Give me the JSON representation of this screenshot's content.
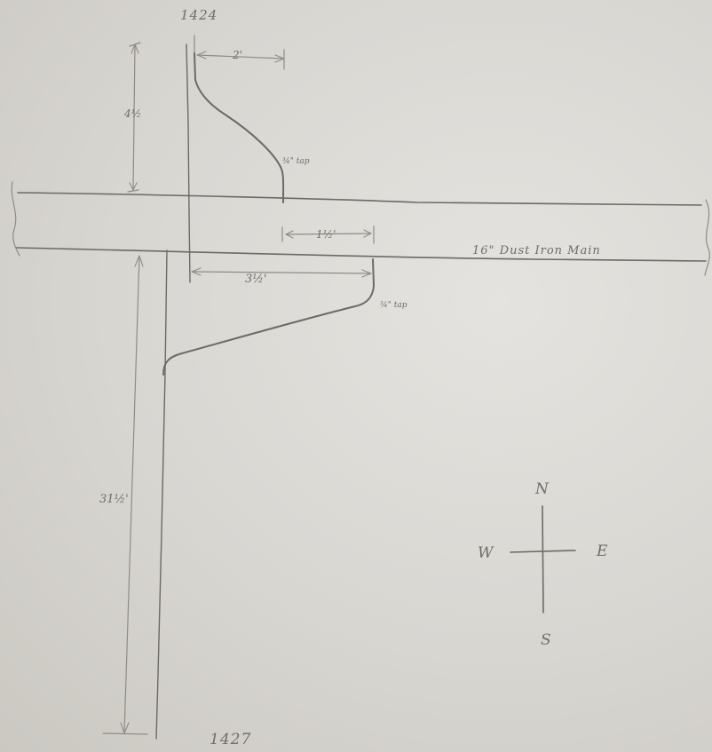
{
  "labels": {
    "top_house": "1424",
    "bottom_house": "1427",
    "main": "16\" Dust Iron Main",
    "dim_top_vertical": "4½",
    "dim_top_horizontal": "2'",
    "dim_top_tap": "¾\" tap",
    "dim_mid_horizontal": "1½'",
    "dim_lower_horizontal": "3½'",
    "dim_lower_tap": "¾\" tap",
    "dim_bottom_vertical": "31½'"
  },
  "compass": {
    "north": "N",
    "south": "S",
    "east": "E",
    "west": "W"
  }
}
